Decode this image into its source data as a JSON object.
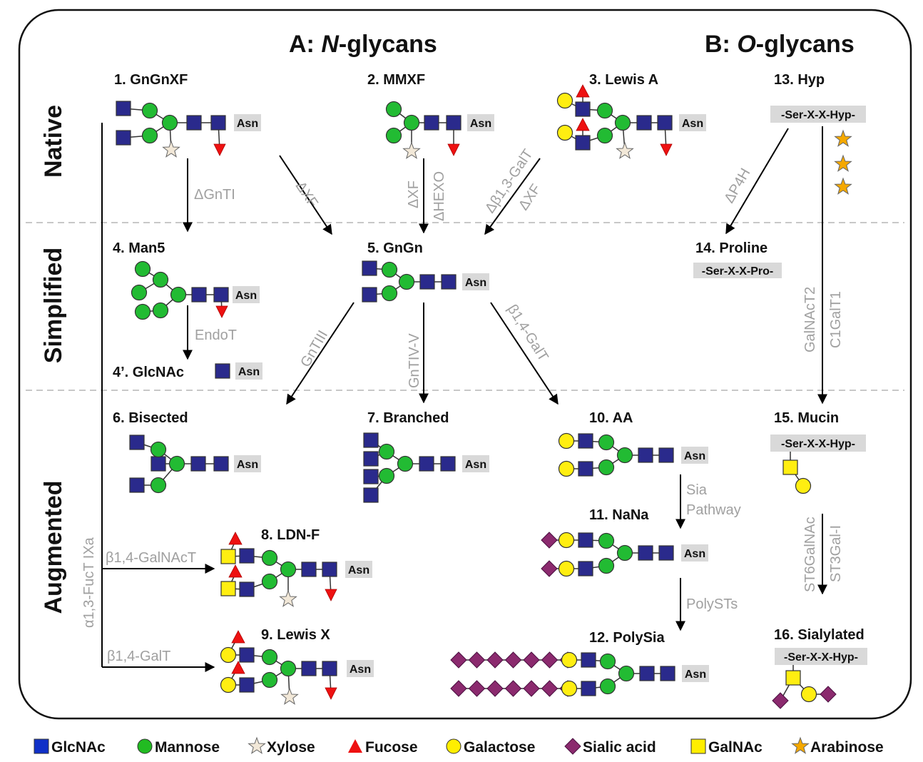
{
  "headers": {
    "a": "A: ",
    "a_em": "N",
    "a_rest": "-glycans",
    "b": "B: ",
    "b_em": "O",
    "b_rest": "-glycans"
  },
  "rows": [
    "Native",
    "Simplified",
    "Augmented"
  ],
  "asn": "Asn",
  "glycans": {
    "g1": "1. GnGnXF",
    "g2": "2. MMXF",
    "g3": "3. Lewis A",
    "g4": "4. Man5",
    "g4p": "4’. GlcNAc",
    "g5": "5. GnGn",
    "g6": "6. Bisected",
    "g7": "7. Branched",
    "g8": "8. LDN-F",
    "g9": "9. Lewis X",
    "g10": "10. AA",
    "g11": "11. NaNa",
    "g12": "12. PolySia",
    "g13": "13. Hyp",
    "g14": "14. Proline",
    "g15": "15. Mucin",
    "g16": "16. Sialylated"
  },
  "peptides": {
    "p13": "-Ser-X-X-Hyp-",
    "p14": "-Ser-X-X-Pro-",
    "p15": "-Ser-X-X-Hyp-",
    "p16": "-Ser-X-X-Hyp-"
  },
  "enzymes": {
    "gnti": "ΔGnTI",
    "xf1": "ΔXF",
    "xf2": "ΔXF",
    "hexo": "ΔHEXO",
    "b13galt": "Δβ1,3-GalT",
    "xf3": "ΔXF",
    "p4h": "ΔP4H",
    "endot": "EndoT",
    "gntiii": "GnTIII",
    "gntivv": "GnTIV-V",
    "b14galt": "β1,4-GalT",
    "galnact2": "GalNAcT2",
    "c1galt1": "C1GalT1",
    "sia1": "Sia",
    "sia2": "Pathway",
    "polysts": "PolySTs",
    "st6galnac": "ST6GalNAc",
    "st3gal": "ST3Gal-I",
    "b14galnact": "β1,4-GalNAcT",
    "b14galt2": "β1,4-GalT",
    "fuct": "α1,3-FucT IXa"
  },
  "legend": [
    {
      "label": "GlcNAc",
      "icon": "square",
      "color": "#1030c8"
    },
    {
      "label": "Mannose",
      "icon": "circle",
      "color": "#22bb22"
    },
    {
      "label": "Xylose",
      "icon": "star",
      "color": "#f2e8d8"
    },
    {
      "label": "Fucose",
      "icon": "triangle",
      "color": "#ee1111"
    },
    {
      "label": "Galactose",
      "icon": "circle",
      "color": "#ffee00"
    },
    {
      "label": "Sialic acid",
      "icon": "diamond",
      "color": "#8b2a6e"
    },
    {
      "label": "GalNAc",
      "icon": "square",
      "color": "#ffee00"
    },
    {
      "label": "Arabinose",
      "icon": "star",
      "color": "#f5a800"
    }
  ],
  "colors": {
    "glcnac": "#2a2a8c",
    "mannose": "#22bb33",
    "galactose": "#ffee11",
    "fucose": "#ee1111",
    "xylose": "#f2e8d8",
    "sialic": "#8b2a6e",
    "arabinose": "#f5a800",
    "galnac": "#ffee11",
    "enzyme_text": "#a0a0a0",
    "label_box": "#d9d9d9"
  }
}
